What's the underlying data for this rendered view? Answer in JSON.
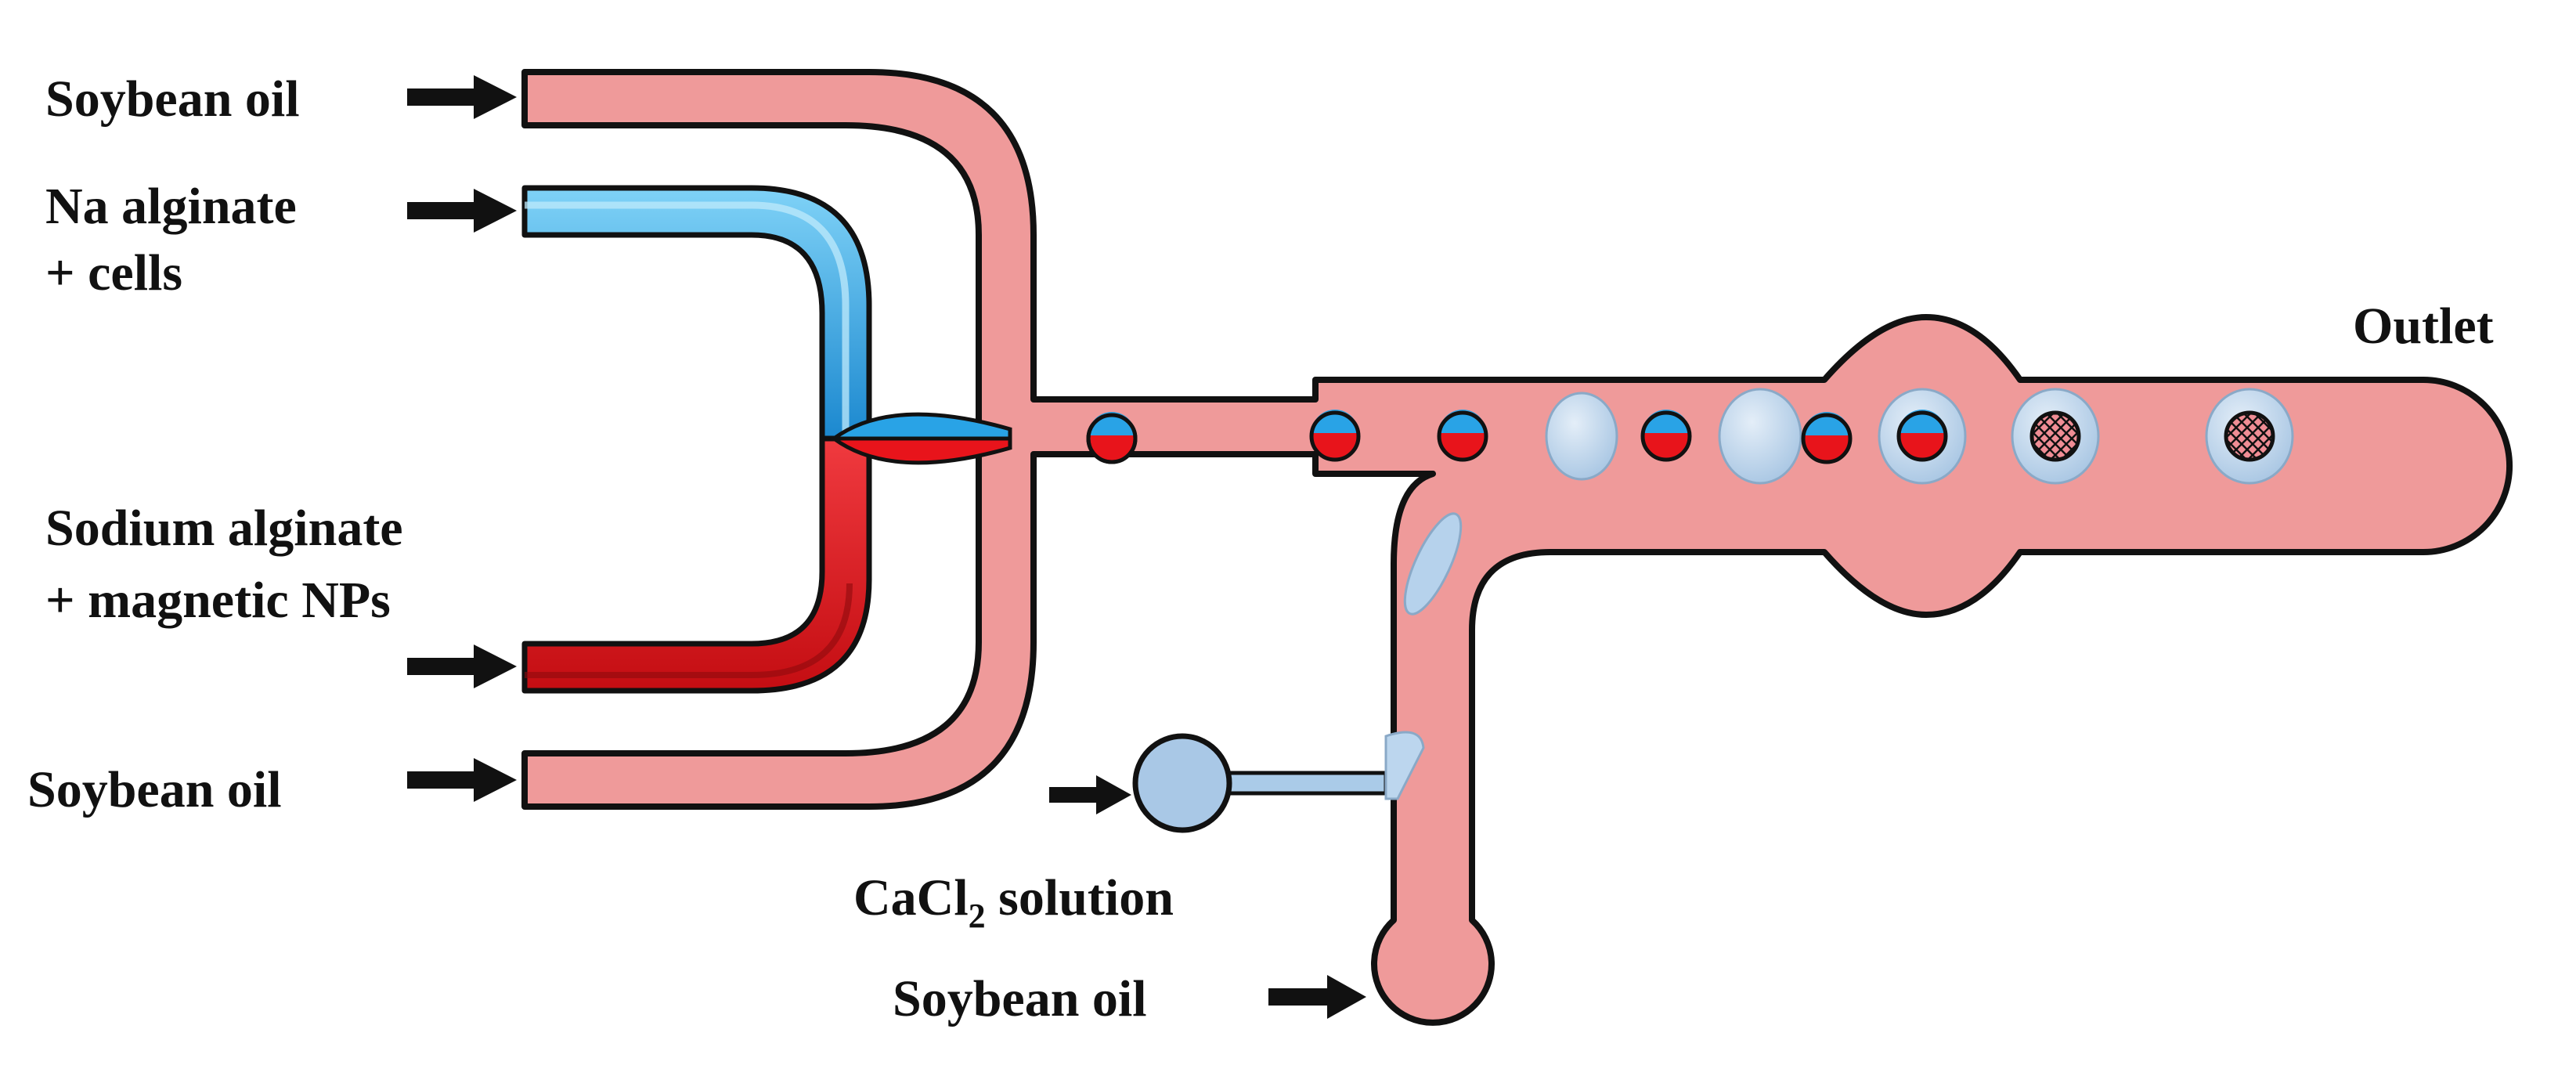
{
  "labels": {
    "soybean_oil_top": "Soybean oil",
    "na_alginate_line1": "Na alginate",
    "na_alginate_line2": "+ cells",
    "sodium_alginate_line1": "Sodium alginate",
    "sodium_alginate_line2": "+ magnetic NPs",
    "soybean_oil_bottom_left": "Soybean oil",
    "cacl2_prefix": "CaCl",
    "cacl2_sub": "2",
    "cacl2_suffix": " solution",
    "soybean_oil_bottom": "Soybean oil",
    "outlet": "Outlet"
  },
  "colors": {
    "oil_channel": "#ef9a9a",
    "channel_outline": "#111111",
    "alginate_cells": "#29a3e6",
    "alginate_nps": "#e8141b",
    "cacl2": "#aacbe8",
    "arrow": "#111111"
  },
  "icons": {
    "inlet_arrow": "right-arrow-icon",
    "janus_droplet": "two-tone-droplet-icon",
    "gelled_bead": "hatched-bead-icon"
  }
}
